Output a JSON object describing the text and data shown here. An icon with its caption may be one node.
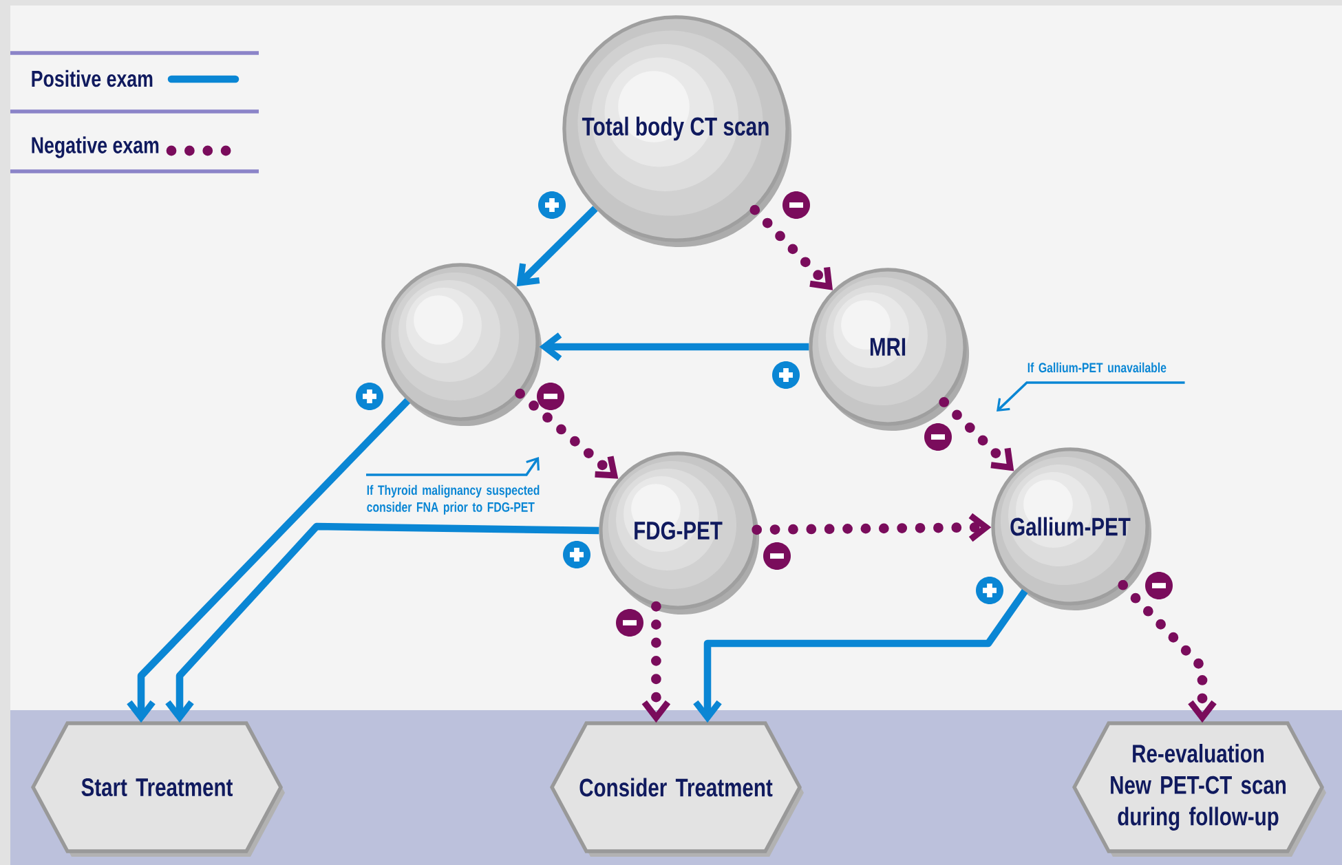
{
  "diagram": {
    "nodes": [
      {
        "text": [
          "Total body CT scan"
        ]
      },
      {
        "text": [],
        "shape": "circle"
      },
      {
        "text": [
          "MRI"
        ]
      },
      {
        "text": [
          "FDG-PET"
        ]
      },
      {
        "text": [
          "Gallium-PET"
        ]
      },
      {
        "text": [
          "If Thyroid malignancy suspected consider FNA prior to FDG-PET"
        ]
      },
      {
        "text": [
          "If Gallium-PET unavailable"
        ]
      },
      {
        "text": [
          "Start Treatment"
        ]
      },
      {
        "text": [
          "Consider Treatment"
        ]
      },
      {
        "text": [
          "Re-evaluation",
          "New PET-CT scan during follow-up"
        ]
      }
    ],
    "edges": [
      {
        "from": 0,
        "to": 1,
        "arrow": "to"
      },
      {
        "from": 0,
        "to": 2,
        "arrow": "to",
        "style": "dashed",
        "color": "#7a0c5c"
      },
      {
        "from": 2,
        "to": 1,
        "arrow": "to"
      },
      {
        "from": 1,
        "to": 3,
        "arrow": "to",
        "style": "dashed",
        "color": "#7a0c5c"
      },
      {
        "from": 2,
        "to": 4,
        "arrow": "to",
        "style": "dashed",
        "color": "#7a0c5c"
      },
      {
        "from": 1,
        "to": 7,
        "arrow": "to"
      },
      {
        "from": 3,
        "to": 7,
        "arrow": "to"
      },
      {
        "from": 3,
        "to": 4,
        "arrow": "to",
        "style": "dashed",
        "color": "#7a0c5c"
      },
      {
        "from": 3,
        "to": 8,
        "arrow": "to",
        "style": "dashed",
        "color": "#7a0c5c"
      },
      {
        "from": 4,
        "to": 8,
        "arrow": "to"
      },
      {
        "from": 4,
        "to": 9,
        "arrow": "to",
        "style": "dashed",
        "color": "#7a0c5c"
      },
      {
        "from": 5,
        "to": null,
        "arrow": "to"
      },
      {
        "from": 6,
        "to": null,
        "arrow": "to"
      }
    ],
    "legend": [
      {
        "text": "Positive exam"
      },
      {
        "text": "Negative exam"
      }
    ]
  }
}
